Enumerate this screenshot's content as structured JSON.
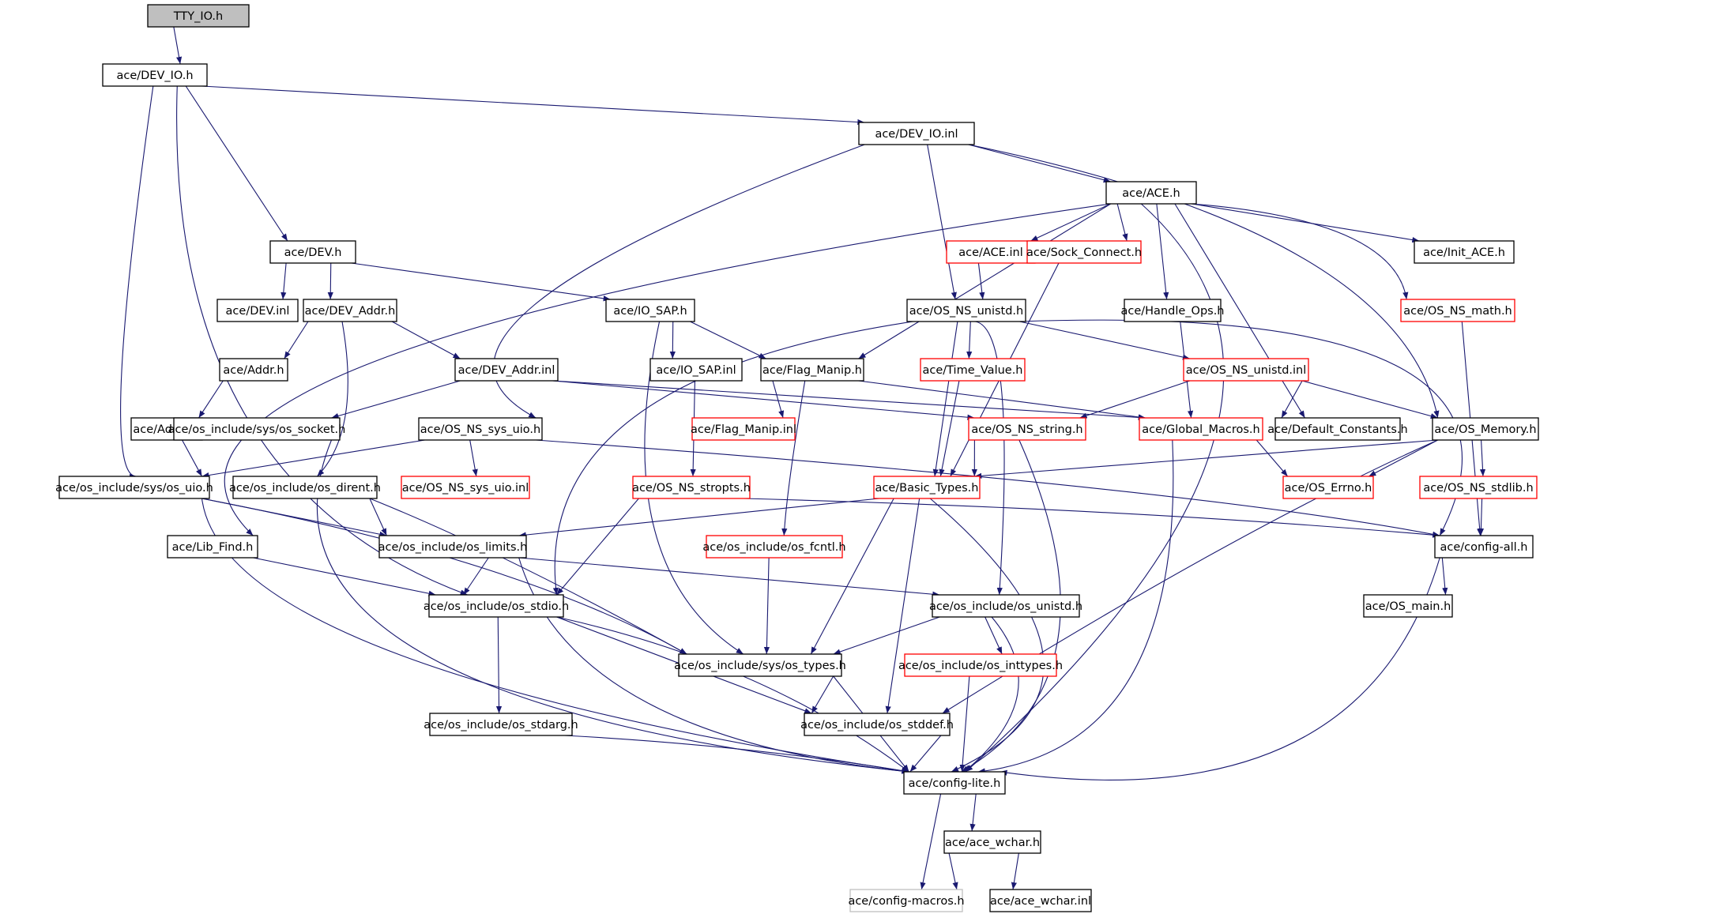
{
  "colors": {
    "edge": "#191970",
    "normal_border": "#000000",
    "truncated_border": "#ff0000",
    "root_fill": "#bfbfbf",
    "faded_border": "#bfbfbf",
    "text": "#000000"
  },
  "nodes": [
    {
      "id": "tty_io",
      "label": "TTY_IO.h",
      "style": "root"
    },
    {
      "id": "dev_io_h",
      "label": "ace/DEV_IO.h",
      "style": "normal"
    },
    {
      "id": "dev_io_inl",
      "label": "ace/DEV_IO.inl",
      "style": "normal"
    },
    {
      "id": "ace_h",
      "label": "ace/ACE.h",
      "style": "normal"
    },
    {
      "id": "dev_h",
      "label": "ace/DEV.h",
      "style": "normal"
    },
    {
      "id": "ace_inl",
      "label": "ace/ACE.inl",
      "style": "truncated"
    },
    {
      "id": "sock_connect",
      "label": "ace/Sock_Connect.h",
      "style": "truncated"
    },
    {
      "id": "init_ace",
      "label": "ace/Init_ACE.h",
      "style": "normal"
    },
    {
      "id": "dev_inl",
      "label": "ace/DEV.inl",
      "style": "normal"
    },
    {
      "id": "dev_addr_h",
      "label": "ace/DEV_Addr.h",
      "style": "normal"
    },
    {
      "id": "io_sap_h",
      "label": "ace/IO_SAP.h",
      "style": "normal"
    },
    {
      "id": "os_ns_unistd_h",
      "label": "ace/OS_NS_unistd.h",
      "style": "normal"
    },
    {
      "id": "handle_ops",
      "label": "ace/Handle_Ops.h",
      "style": "normal"
    },
    {
      "id": "os_ns_math",
      "label": "ace/OS_NS_math.h",
      "style": "truncated"
    },
    {
      "id": "addr_h",
      "label": "ace/Addr.h",
      "style": "normal"
    },
    {
      "id": "dev_addr_inl",
      "label": "ace/DEV_Addr.inl",
      "style": "normal"
    },
    {
      "id": "io_sap_inl",
      "label": "ace/IO_SAP.inl",
      "style": "normal"
    },
    {
      "id": "flag_manip_h",
      "label": "ace/Flag_Manip.h",
      "style": "normal"
    },
    {
      "id": "time_value",
      "label": "ace/Time_Value.h",
      "style": "truncated"
    },
    {
      "id": "os_ns_unistd_inl",
      "label": "ace/OS_NS_unistd.inl",
      "style": "truncated"
    },
    {
      "id": "addr_inl",
      "label": "ace/Addr.inl",
      "style": "normal"
    },
    {
      "id": "os_socket",
      "label": "ace/os_include/sys/os_socket.h",
      "style": "normal"
    },
    {
      "id": "os_ns_sys_uio_h",
      "label": "ace/OS_NS_sys_uio.h",
      "style": "normal"
    },
    {
      "id": "flag_manip_inl",
      "label": "ace/Flag_Manip.inl",
      "style": "truncated"
    },
    {
      "id": "os_ns_string",
      "label": "ace/OS_NS_string.h",
      "style": "truncated"
    },
    {
      "id": "global_macros",
      "label": "ace/Global_Macros.h",
      "style": "truncated"
    },
    {
      "id": "default_constants",
      "label": "ace/Default_Constants.h",
      "style": "normal"
    },
    {
      "id": "os_memory",
      "label": "ace/OS_Memory.h",
      "style": "normal"
    },
    {
      "id": "os_uio",
      "label": "ace/os_include/sys/os_uio.h",
      "style": "normal"
    },
    {
      "id": "os_dirent",
      "label": "ace/os_include/os_dirent.h",
      "style": "normal"
    },
    {
      "id": "os_ns_sys_uio_inl",
      "label": "ace/OS_NS_sys_uio.inl",
      "style": "truncated"
    },
    {
      "id": "os_ns_stropts",
      "label": "ace/OS_NS_stropts.h",
      "style": "truncated"
    },
    {
      "id": "basic_types",
      "label": "ace/Basic_Types.h",
      "style": "truncated"
    },
    {
      "id": "os_errno",
      "label": "ace/OS_Errno.h",
      "style": "truncated"
    },
    {
      "id": "os_ns_stdlib",
      "label": "ace/OS_NS_stdlib.h",
      "style": "truncated"
    },
    {
      "id": "lib_find",
      "label": "ace/Lib_Find.h",
      "style": "normal"
    },
    {
      "id": "os_limits",
      "label": "ace/os_include/os_limits.h",
      "style": "normal"
    },
    {
      "id": "os_fcntl",
      "label": "ace/os_include/os_fcntl.h",
      "style": "truncated"
    },
    {
      "id": "config_all",
      "label": "ace/config-all.h",
      "style": "normal"
    },
    {
      "id": "os_stdio",
      "label": "ace/os_include/os_stdio.h",
      "style": "normal"
    },
    {
      "id": "os_unistd",
      "label": "ace/os_include/os_unistd.h",
      "style": "normal"
    },
    {
      "id": "os_main",
      "label": "ace/OS_main.h",
      "style": "normal"
    },
    {
      "id": "os_types",
      "label": "ace/os_include/sys/os_types.h",
      "style": "normal"
    },
    {
      "id": "os_inttypes",
      "label": "ace/os_include/os_inttypes.h",
      "style": "truncated"
    },
    {
      "id": "os_stdarg",
      "label": "ace/os_include/os_stdarg.h",
      "style": "normal"
    },
    {
      "id": "os_stddef",
      "label": "ace/os_include/os_stddef.h",
      "style": "normal"
    },
    {
      "id": "config_lite",
      "label": "ace/config-lite.h",
      "style": "normal"
    },
    {
      "id": "ace_wchar_h",
      "label": "ace/ace_wchar.h",
      "style": "normal"
    },
    {
      "id": "config_macros",
      "label": "ace/config-macros.h",
      "style": "faded"
    },
    {
      "id": "ace_wchar_inl",
      "label": "ace/ace_wchar.inl",
      "style": "normal"
    }
  ],
  "edges": [
    [
      "tty_io",
      "dev_io_h"
    ],
    [
      "dev_io_h",
      "dev_io_inl"
    ],
    [
      "dev_io_h",
      "dev_h"
    ],
    [
      "dev_io_h",
      "os_uio"
    ],
    [
      "dev_io_h",
      "os_stdio"
    ],
    [
      "dev_io_inl",
      "ace_h"
    ],
    [
      "dev_io_inl",
      "os_ns_unistd_h"
    ],
    [
      "dev_io_inl",
      "os_ns_sys_uio_h"
    ],
    [
      "dev_io_inl",
      "os_memory"
    ],
    [
      "ace_h",
      "ace_inl"
    ],
    [
      "ace_h",
      "sock_connect"
    ],
    [
      "ace_h",
      "handle_ops"
    ],
    [
      "ace_h",
      "init_ace"
    ],
    [
      "ace_h",
      "os_ns_math"
    ],
    [
      "ace_h",
      "flag_manip_h"
    ],
    [
      "ace_h",
      "lib_find"
    ],
    [
      "ace_h",
      "default_constants"
    ],
    [
      "ace_h",
      "config_lite"
    ],
    [
      "dev_h",
      "dev_inl"
    ],
    [
      "dev_h",
      "dev_addr_h"
    ],
    [
      "dev_h",
      "io_sap_h"
    ],
    [
      "ace_inl",
      "os_ns_unistd_h"
    ],
    [
      "sock_connect",
      "basic_types"
    ],
    [
      "handle_ops",
      "global_macros"
    ],
    [
      "os_ns_math",
      "config_all"
    ],
    [
      "dev_addr_h",
      "addr_h"
    ],
    [
      "dev_addr_h",
      "dev_addr_inl"
    ],
    [
      "dev_addr_h",
      "os_dirent"
    ],
    [
      "io_sap_h",
      "io_sap_inl"
    ],
    [
      "io_sap_h",
      "flag_manip_h"
    ],
    [
      "io_sap_h",
      "os_types"
    ],
    [
      "os_ns_unistd_h",
      "time_value"
    ],
    [
      "os_ns_unistd_h",
      "os_ns_unistd_inl"
    ],
    [
      "os_ns_unistd_h",
      "basic_types"
    ],
    [
      "os_ns_unistd_h",
      "os_unistd"
    ],
    [
      "os_ns_unistd_h",
      "os_stdio"
    ],
    [
      "os_ns_unistd_h",
      "config_all"
    ],
    [
      "addr_h",
      "addr_inl"
    ],
    [
      "dev_addr_inl",
      "os_socket"
    ],
    [
      "dev_addr_inl",
      "os_ns_string"
    ],
    [
      "dev_addr_inl",
      "global_macros"
    ],
    [
      "io_sap_inl",
      "os_ns_stropts"
    ],
    [
      "flag_manip_h",
      "flag_manip_inl"
    ],
    [
      "flag_manip_h",
      "os_fcntl"
    ],
    [
      "flag_manip_h",
      "global_macros"
    ],
    [
      "time_value",
      "basic_types"
    ],
    [
      "os_ns_unistd_inl",
      "os_ns_string"
    ],
    [
      "os_ns_unistd_inl",
      "default_constants"
    ],
    [
      "os_ns_unistd_inl",
      "os_memory"
    ],
    [
      "os_socket",
      "os_uio"
    ],
    [
      "os_socket",
      "config_lite"
    ],
    [
      "os_ns_sys_uio_h",
      "os_ns_sys_uio_inl"
    ],
    [
      "os_ns_sys_uio_h",
      "os_uio"
    ],
    [
      "os_ns_sys_uio_h",
      "config_all"
    ],
    [
      "os_ns_string",
      "basic_types"
    ],
    [
      "os_ns_string",
      "config_lite"
    ],
    [
      "global_macros",
      "os_errno"
    ],
    [
      "global_macros",
      "config_lite"
    ],
    [
      "os_memory",
      "os_errno"
    ],
    [
      "os_memory",
      "os_ns_stdlib"
    ],
    [
      "os_memory",
      "basic_types"
    ],
    [
      "os_memory",
      "os_stddef"
    ],
    [
      "os_uio",
      "os_limits"
    ],
    [
      "os_uio",
      "os_types"
    ],
    [
      "os_uio",
      "config_lite"
    ],
    [
      "os_dirent",
      "os_limits"
    ],
    [
      "os_dirent",
      "os_types"
    ],
    [
      "os_ns_stropts",
      "os_stdio"
    ],
    [
      "os_ns_stropts",
      "config_all"
    ],
    [
      "basic_types",
      "os_limits"
    ],
    [
      "basic_types",
      "os_types"
    ],
    [
      "basic_types",
      "os_stddef"
    ],
    [
      "basic_types",
      "config_lite"
    ],
    [
      "os_ns_stdlib",
      "config_all"
    ],
    [
      "lib_find",
      "os_stdio"
    ],
    [
      "os_limits",
      "os_stdio"
    ],
    [
      "os_limits",
      "os_unistd"
    ],
    [
      "os_limits",
      "config_lite"
    ],
    [
      "os_fcntl",
      "os_types"
    ],
    [
      "config_all",
      "os_main"
    ],
    [
      "config_all",
      "config_lite"
    ],
    [
      "os_stdio",
      "os_stdarg"
    ],
    [
      "os_stdio",
      "os_stddef"
    ],
    [
      "os_stdio",
      "config_lite"
    ],
    [
      "os_unistd",
      "os_types"
    ],
    [
      "os_unistd",
      "os_inttypes"
    ],
    [
      "os_unistd",
      "config_lite"
    ],
    [
      "os_types",
      "os_stddef"
    ],
    [
      "os_types",
      "config_lite"
    ],
    [
      "os_inttypes",
      "config_lite"
    ],
    [
      "os_stdarg",
      "config_lite"
    ],
    [
      "os_stddef",
      "config_lite"
    ],
    [
      "config_lite",
      "ace_wchar_h"
    ],
    [
      "config_lite",
      "config_macros"
    ],
    [
      "ace_wchar_h",
      "config_macros"
    ],
    [
      "ace_wchar_h",
      "ace_wchar_inl"
    ]
  ]
}
